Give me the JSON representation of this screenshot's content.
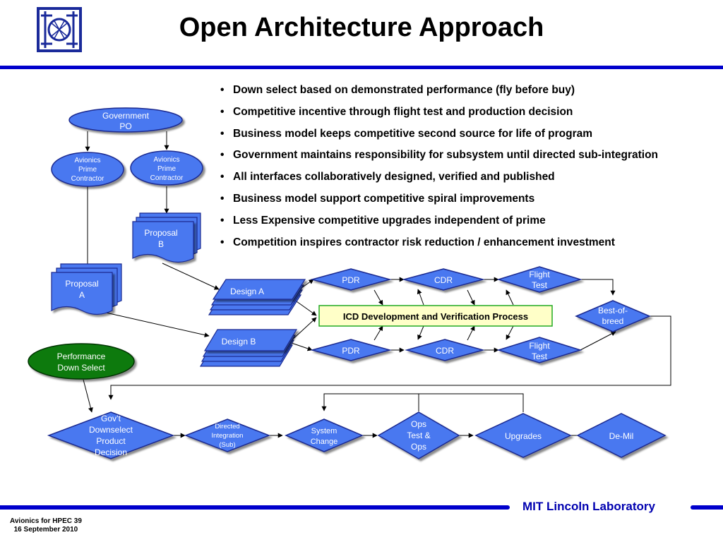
{
  "title": "Open Architecture Approach",
  "logo": {
    "icon": "mit-ll-logo"
  },
  "bullets": [
    "Down select based on demonstrated performance (fly before buy)",
    "Competitive incentive through flight test and production decision",
    "Business model keeps competitive second source for life of program",
    "Government maintains responsibility for subsystem until directed sub-integration",
    "All interfaces collaboratively designed, verified and published",
    "Business model support competitive spiral improvements",
    "Less Expensive competitive upgrades independent of prime",
    "Competition inspires contractor risk reduction / enhancement investment"
  ],
  "diagram": {
    "gov_po": [
      "Government",
      "PO"
    ],
    "prime_a": [
      "Avionics",
      "Prime",
      "Contractor"
    ],
    "prime_b": [
      "Avionics",
      "Prime",
      "Contractor"
    ],
    "proposal_a": [
      "Proposal",
      "A"
    ],
    "proposal_b": [
      "Proposal",
      "B"
    ],
    "design_a": "Design  A",
    "design_b": "Design B",
    "pdr_top": "PDR",
    "cdr_top": "CDR",
    "flight_top": [
      "Flight",
      "Test"
    ],
    "pdr_bottom": "PDR",
    "cdr_bottom": "CDR",
    "flight_bottom": [
      "Flight",
      "Test"
    ],
    "icd": "ICD Development and Verification Process",
    "best_of_breed": [
      "Best-of-",
      "breed"
    ],
    "performance": [
      "Performance",
      "Down Select"
    ],
    "govt_decision": [
      "Gov’t",
      "Downselect",
      "Product",
      "Decision"
    ],
    "directed": [
      "Directed",
      "Integration",
      "(Sub)"
    ],
    "system_change": [
      "System",
      "Change"
    ],
    "ops_test": [
      "Ops",
      "Test &",
      "Ops"
    ],
    "upgrades": "Upgrades",
    "demil": "De-Mil"
  },
  "colors": {
    "blue_fill": "#4a78f0",
    "green_fill": "#0a7a10",
    "rule": "#0000cc",
    "footer_text": "#0000b0",
    "icd_border": "#22aa22"
  },
  "footer": {
    "left_line1": "Avionics for HPEC  39",
    "left_line2": "16 September 2010",
    "right": "MIT Lincoln Laboratory"
  }
}
